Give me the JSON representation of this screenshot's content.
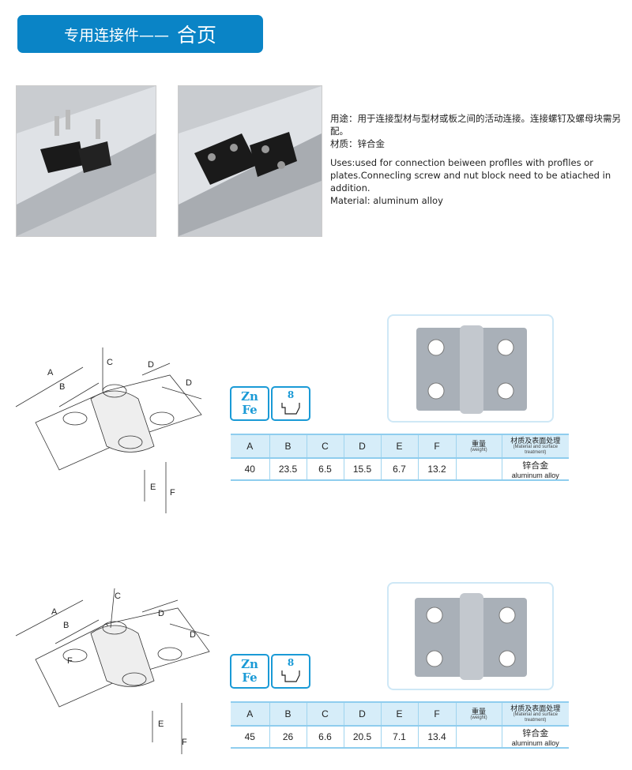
{
  "banner": {
    "prefix": "专用连接件——",
    "title": "合页"
  },
  "description": {
    "cn_use": "用途：用于连接型材与型材或板之间的活动连接。连接螺钉及螺母块需另配。",
    "cn_material": "材质：锌合金",
    "en_use": "Uses:used for connection beiween proflles with proflles or plates.Connecling screw and nut block need to be atiached in addition.",
    "en_material": "Material: aluminum alloy"
  },
  "badges": {
    "material_line1": "Zn",
    "material_line2": "Fe",
    "slot": "8"
  },
  "table_headers": {
    "a": "A",
    "b": "B",
    "c": "C",
    "d": "D",
    "e": "E",
    "f": "F",
    "weight_cn": "重量",
    "weight_en": "(weight)",
    "material_cn": "材质及表面处理",
    "material_en": "(Material and surface treatment)"
  },
  "drawing_labels": {
    "a": "A",
    "b": "B",
    "c": "C",
    "d": "D",
    "e": "E",
    "f": "F"
  },
  "products": [
    {
      "A": "40",
      "B": "23.5",
      "C": "6.5",
      "D": "15.5",
      "E": "6.7",
      "F": "13.2",
      "weight": "",
      "material_cn": "锌合金",
      "material_en": "aluminum alloy"
    },
    {
      "A": "45",
      "B": "26",
      "C": "6.6",
      "D": "20.5",
      "E": "7.1",
      "F": "13.4",
      "weight": "",
      "material_cn": "锌合金",
      "material_en": "aluminum alloy"
    }
  ]
}
